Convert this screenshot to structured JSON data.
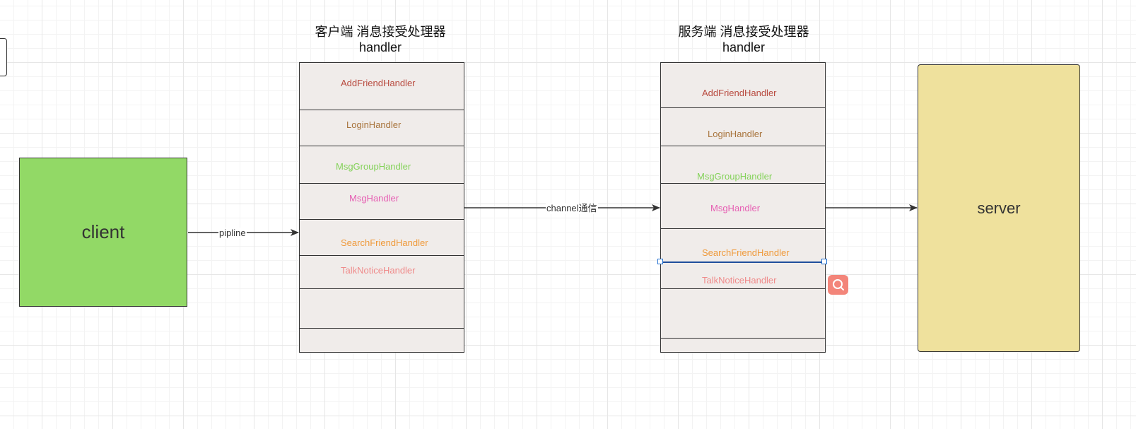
{
  "nodes": {
    "client": {
      "label": "client",
      "fill": "#92d966"
    },
    "server": {
      "label": "server",
      "fill": "#efe19d"
    }
  },
  "client_stack": {
    "title_line1": "客户端  消息接受处理器",
    "title_line2": "handler",
    "fill": "#f0ecea",
    "handlers": [
      {
        "label": "AddFriendHandler",
        "color": "#b84a3f"
      },
      {
        "label": "LoginHandler",
        "color": "#a8743c"
      },
      {
        "label": "MsgGroupHandler",
        "color": "#84d25a"
      },
      {
        "label": "MsgHandler",
        "color": "#e65fb3"
      },
      {
        "label": "SearchFriendHandler",
        "color": "#ef9a3b"
      },
      {
        "label": "TalkNoticeHandler",
        "color": "#ef8a8a"
      }
    ]
  },
  "server_stack": {
    "title_line1": "服务端 消息接受处理器",
    "title_line2": "handler",
    "fill": "#f0ecea",
    "handlers": [
      {
        "label": "AddFriendHandler",
        "color": "#b84a3f"
      },
      {
        "label": "LoginHandler",
        "color": "#a8743c"
      },
      {
        "label": "MsgGroupHandler",
        "color": "#84d25a"
      },
      {
        "label": "MsgHandler",
        "color": "#e65fb3"
      },
      {
        "label": "SearchFriendHandler",
        "color": "#ef9a3b"
      },
      {
        "label": "TalkNoticeHandler",
        "color": "#ef8a8a"
      }
    ]
  },
  "edges": {
    "client_to_stack": "pipline",
    "stack_to_stack": "channel通信"
  },
  "icons": {
    "floating_search": "search-icon"
  }
}
